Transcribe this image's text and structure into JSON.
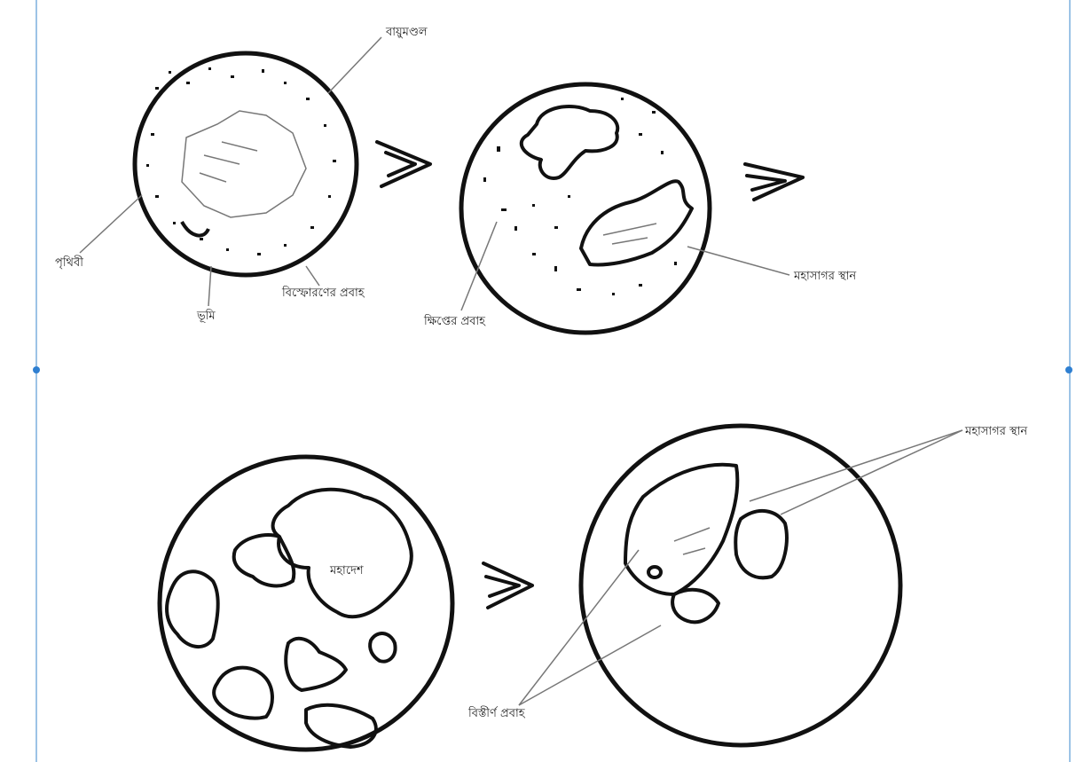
{
  "labels": {
    "top_right_edge": "বায়ুমণ্ডল",
    "left_edge": "পৃথিবী",
    "bottom_edge": "ভূমি",
    "bottom_shell": "বিস্ফোরণের প্রবাহ",
    "middle_stream": "ক্ষিপ্তের প্রবাহ",
    "right_lake": "মহাসাগর স্থান",
    "blob_center": "মহাদেশ",
    "bottom_right_label": "মহাসাগর স্থান",
    "bottom_left_label": "বিস্তীর্ণ প্রবাহ"
  }
}
